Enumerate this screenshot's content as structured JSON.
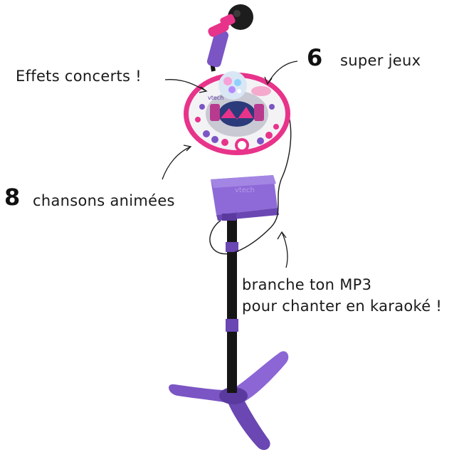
{
  "annotations": {
    "effects": "Effets concerts !",
    "games_number": "6",
    "games_text": "super jeux",
    "songs_number": "8",
    "songs_text": "chansons animées",
    "mp3_line1": "branche ton MP3",
    "mp3_line2": "pour chanter en karaoké !"
  },
  "product": {
    "brand_logo": "vtech",
    "colors": {
      "purple": "#7b55c4",
      "purple_dark": "#5a3a9e",
      "pink": "#e8338a",
      "pink_light": "#f5a9cc",
      "black_pole": "#151515"
    }
  }
}
